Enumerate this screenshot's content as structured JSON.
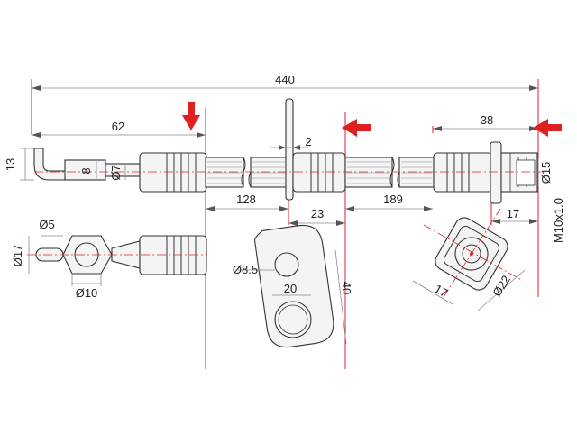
{
  "dimensions": {
    "overall_length": "440",
    "left_segment": "62",
    "right_segment": "38",
    "bracket_thickness": "2",
    "height_13": "13",
    "width_8": "8",
    "dia_7": "Ø7",
    "dia_15": "Ø15",
    "len_128": "128",
    "len_23": "23",
    "len_189": "189",
    "len_17_fitting": "17",
    "thread": "M10x1.0",
    "dia_5": "Ø5",
    "dia_17": "Ø17",
    "dia_10": "Ø10",
    "dia_8_5": "Ø8.5",
    "bracket_width": "20",
    "bracket_height": "40",
    "hex_17": "17",
    "dia_22": "Ø22"
  },
  "colors": {
    "outline": "#333333",
    "dimension_line": "#8a8a8a",
    "accent_red": "#d9262c"
  }
}
